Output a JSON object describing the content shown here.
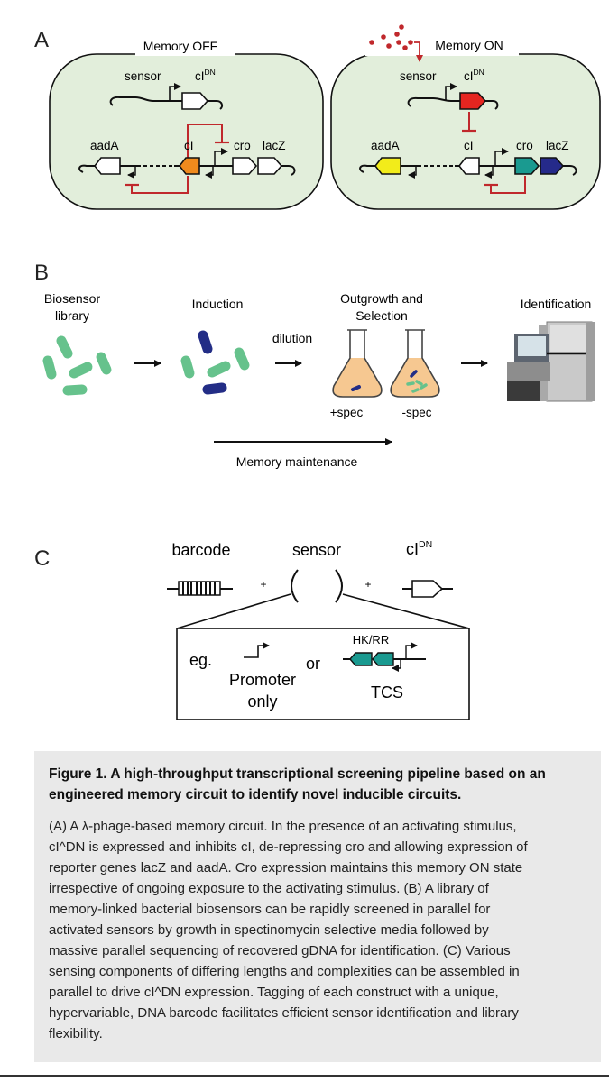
{
  "panel_a": {
    "letter": "A",
    "off": {
      "title": "Memory OFF",
      "sensor": "sensor",
      "cidn_main": "cI",
      "cidn_sup": "DN",
      "aada": "aadA",
      "ci": "cI",
      "cro": "cro",
      "lacz": "lacZ"
    },
    "on": {
      "title": "Memory ON",
      "sensor": "sensor",
      "cidn_main": "cI",
      "cidn_sup": "DN",
      "aada": "aadA",
      "ci": "cI",
      "cro": "cro",
      "lacz": "lacZ"
    }
  },
  "panel_b": {
    "letter": "B",
    "library": [
      "Biosensor",
      "library"
    ],
    "induction": "Induction",
    "dilution": "dilution",
    "outgrowth": [
      "Outgrowth and",
      "Selection"
    ],
    "identification": "Identification",
    "plus_spec": "+spec",
    "minus_spec": "-spec",
    "maintenance": "Memory maintenance"
  },
  "panel_c": {
    "letter": "C",
    "barcode": "barcode",
    "sensor": "sensor",
    "cidn_main": "cI",
    "cidn_sup": "DN",
    "plus": "+",
    "eg": "eg.",
    "promoter": [
      "Promoter",
      "only"
    ],
    "or": "or",
    "hkrr": "HK/RR",
    "tcs": "TCS"
  },
  "caption": {
    "title": "Figure 1.   A high-throughput transcriptional screening pipeline based on an engineered memory circuit to identify novel inducible circuits.",
    "lines": [
      "(A) A λ-phage-based memory circuit. In the presence of an activating stimulus,",
      "cI^DN is expressed and inhibits cI, de-repressing cro and allowing expression of",
      "reporter genes lacZ and aadA. Cro expression maintains this memory ON state",
      "irrespective of ongoing exposure to the activating stimulus. (B) A library of",
      "memory-linked bacterial biosensors can be rapidly screened in parallel for",
      "activated sensors by growth in spectinomycin selective media followed by",
      "massive parallel sequencing of recovered gDNA for identification. (C) Various",
      "sensing components of differing lengths and complexities can be assembled in",
      "parallel to drive cI^DN expression. Tagging of each construct with a unique,",
      "hypervariable, DNA barcode facilitates efficient sensor identification and library",
      "flexibility."
    ]
  },
  "colors": {
    "cell_fill": "#e2eedb",
    "ci_orange": "#ef8a1d",
    "cidn_red": "#e52520",
    "repress_red": "#c0282c",
    "aada_yellow": "#f2ec1a",
    "cro_teal": "#1a9a90",
    "lacz_navy": "#252a8a",
    "bacteria_green": "#66c28c",
    "bacteria_navy": "#232d86",
    "flask_liquid": "#f6c891",
    "caption_bg": "#e9e9e9"
  }
}
